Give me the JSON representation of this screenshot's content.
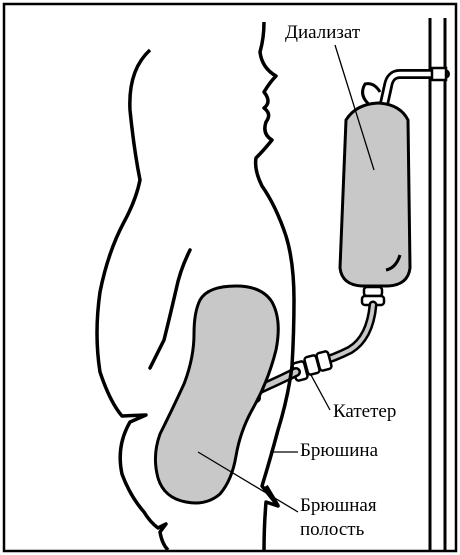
{
  "labels": {
    "dialysate": "Диализат",
    "catheter": "Катетер",
    "peritoneum": "Брюшина",
    "cavity_line1": "Брюшная",
    "cavity_line2": "полость"
  },
  "colors": {
    "fill": "#c8c8c8",
    "stroke": "#000000",
    "background": "#ffffff"
  }
}
